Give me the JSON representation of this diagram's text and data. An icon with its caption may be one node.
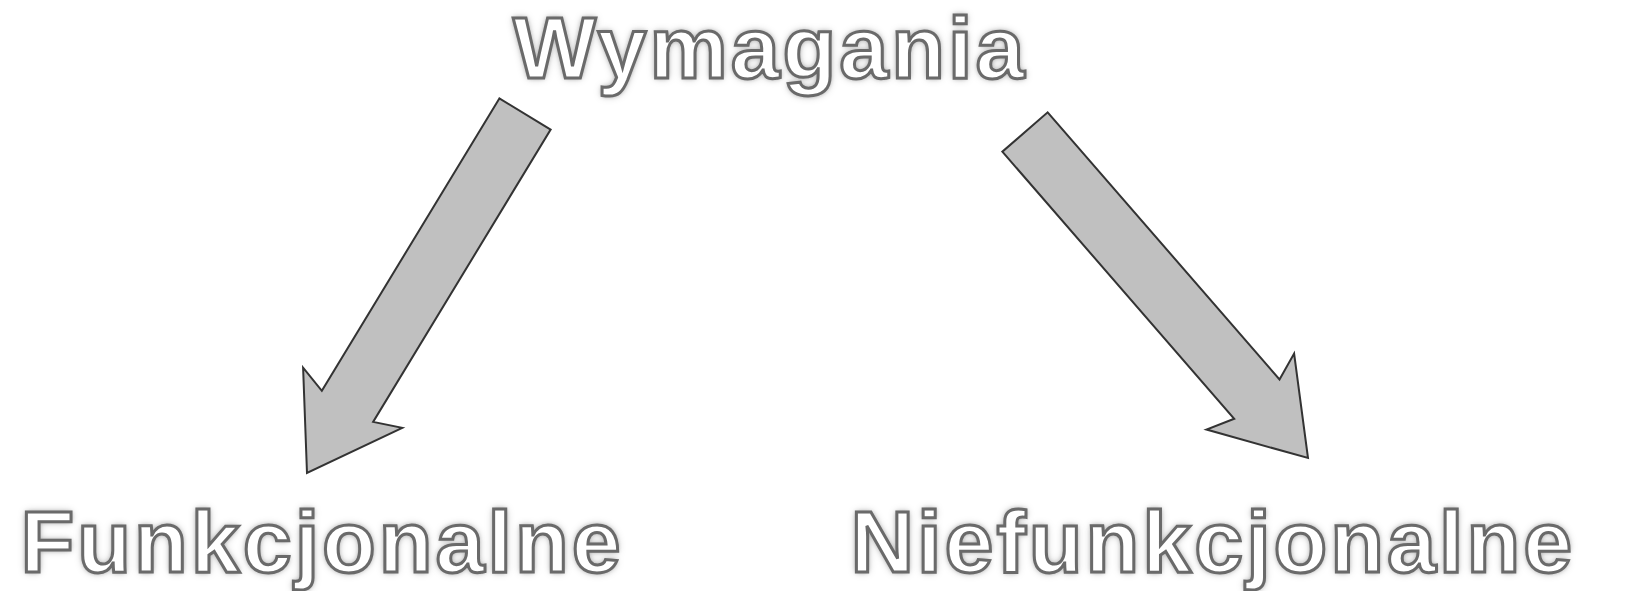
{
  "diagram": {
    "nodes": [
      {
        "text": [
          "Wymagania"
        ]
      },
      {
        "text": [
          "Funkcjonalne"
        ]
      },
      {
        "text": [
          "Niefunkcjonalne"
        ]
      }
    ],
    "edges": [
      {
        "from": 0,
        "to": 1,
        "arrow": "to"
      },
      {
        "from": 0,
        "to": 2,
        "arrow": "to"
      }
    ]
  }
}
